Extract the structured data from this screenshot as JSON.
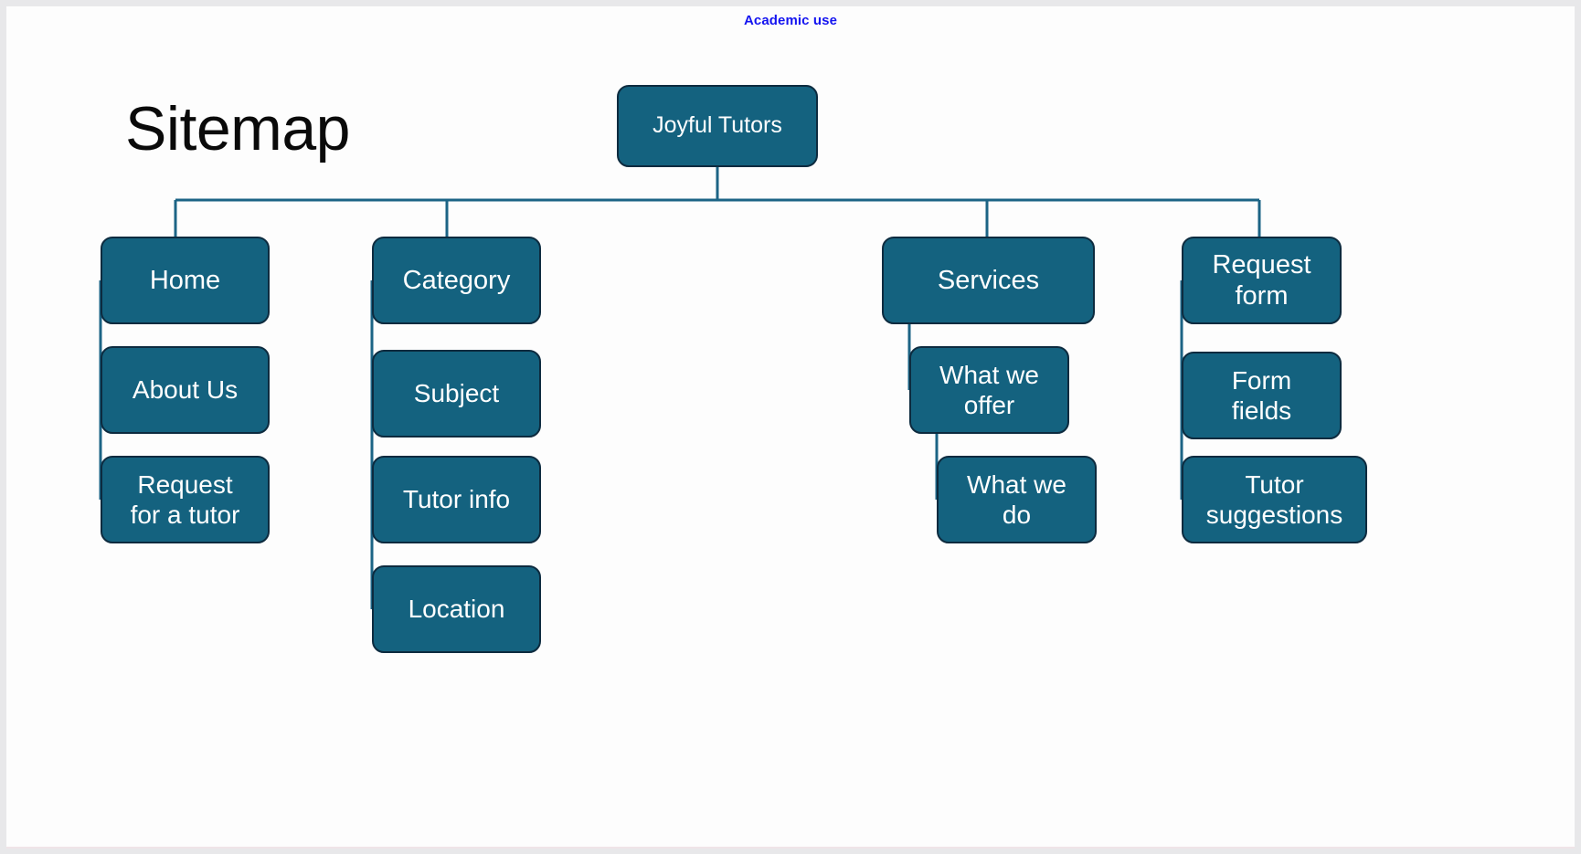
{
  "watermark": {
    "text": "Academic use",
    "color": "#1414f0"
  },
  "page": {
    "title": "Sitemap",
    "background": "#fdfdfd",
    "frame_color": "#e8e8ea"
  },
  "theme": {
    "node_fill": "#14627f",
    "node_border": "#0d2b3f",
    "node_text": "#ffffff",
    "connector": "#1c6485",
    "title_color": "#0a0a0a"
  },
  "diagram": {
    "type": "sitemap-tree",
    "root": {
      "id": "root",
      "label": "Joyful Tutors"
    },
    "branches": [
      {
        "id": "home",
        "label": "Home",
        "children": [
          {
            "id": "about-us",
            "label": "About Us"
          },
          {
            "id": "request-for-a-tutor",
            "label": "Request\nfor a tutor"
          }
        ]
      },
      {
        "id": "category",
        "label": "Category",
        "children": [
          {
            "id": "subject",
            "label": "Subject"
          },
          {
            "id": "tutor-info",
            "label": "Tutor info"
          },
          {
            "id": "location",
            "label": "Location"
          }
        ]
      },
      {
        "id": "services",
        "label": "Services",
        "children": [
          {
            "id": "what-we-offer",
            "label": "What we\noffer"
          },
          {
            "id": "what-we-do",
            "label": "What we\ndo"
          }
        ]
      },
      {
        "id": "request-form",
        "label": "Request\nform",
        "children": [
          {
            "id": "form-fields",
            "label": "Form\nfields"
          },
          {
            "id": "tutor-suggestions",
            "label": "Tutor\nsuggestions"
          }
        ]
      }
    ]
  }
}
